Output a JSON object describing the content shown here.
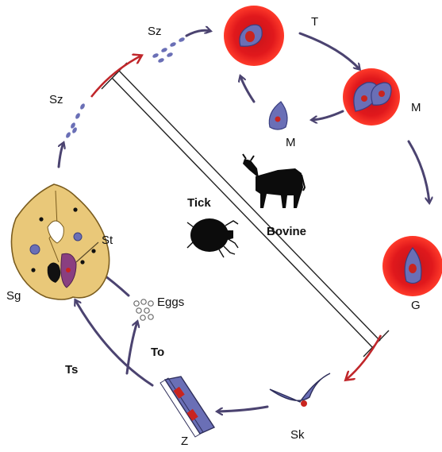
{
  "labels": {
    "sz_top": "Sz",
    "sz_left": "Sz",
    "t": "T",
    "m_right": "M",
    "m_center": "M",
    "g": "G",
    "st": "St",
    "sg": "Sg",
    "eggs": "Eggs",
    "to": "To",
    "ts": "Ts",
    "z": "Z",
    "sk": "Sk",
    "tick": "Tick",
    "bovine": "Bovine"
  },
  "colors": {
    "arrow": "#4b4370",
    "transition_arrow": "#c0262a",
    "erythrocyte": "#e0181c",
    "parasite": "#6a6fb6",
    "gland": "#e9c879",
    "silhouette": "#0c0c0c"
  }
}
